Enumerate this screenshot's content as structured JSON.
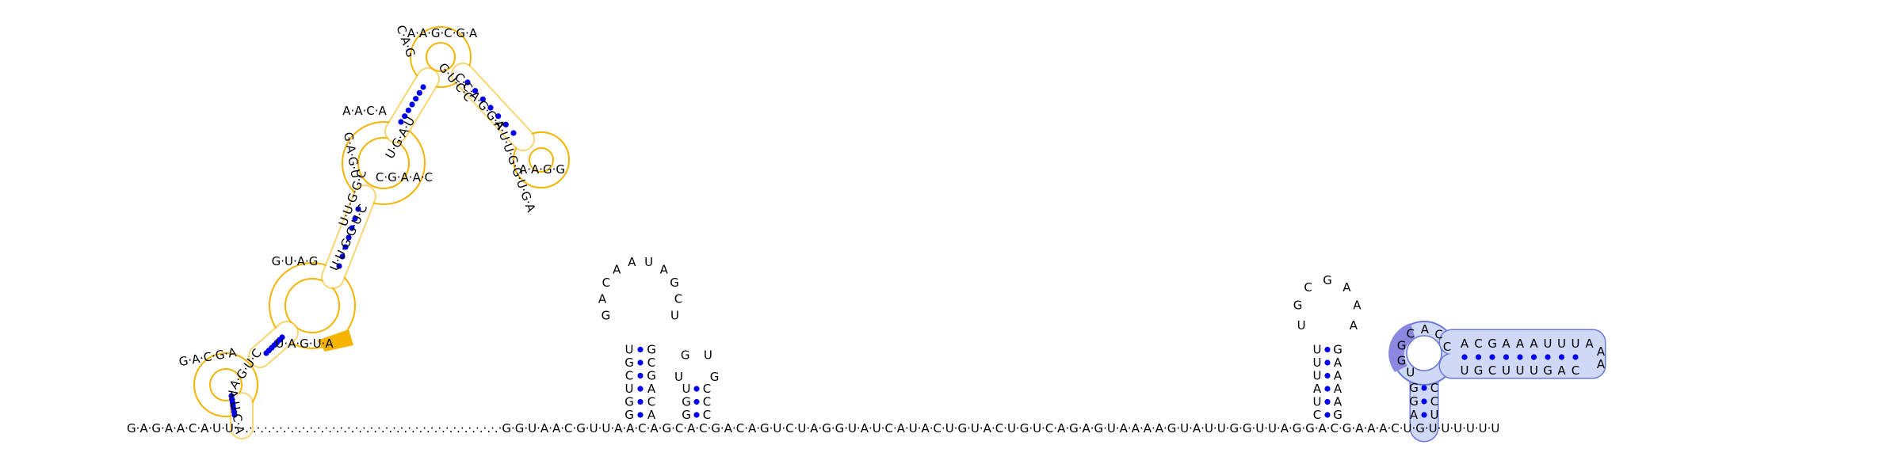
{
  "structure": {
    "base_line": "G·A·G·A·A·C·A·U·U·.·.·.·.·.·.·.·.·.·.·.·.·.·.·.·.·.·.·.·.·.·.·.·.·.·.·.·.·.·.·.·.·.·.·.·G·G·U·A·A·C·G·U·U·A·A·C·A·G·C·A·C·G·A·C·A·G·U·C·U·A·G·G·U·A·U·C·A·U·A·C·U·G·U·A·C·U·G·U·C·A·G·A·G·U·A·A·A·A·G·U·A·U·U·G·G·U·U·A·G·G·A·C·G·A·A·A·C·U·G·U·U·U·U·U·U",
    "colors": {
      "base_pair_dot": "#0000ee",
      "orange_region_outline": "#f5b400",
      "orange_region_highlight": "#f5b400",
      "blue_region_outline": "#6a78d8",
      "blue_region_fill": "#cfd8f5",
      "blue_region_highlight": "#8a88e0",
      "gap_dots": "#555555"
    },
    "hairpin1": {
      "left_strand": [
        "G",
        "G",
        "U",
        "C",
        "G",
        "U"
      ],
      "right_strand": [
        "A",
        "C",
        "A",
        "G",
        "C",
        "G"
      ],
      "loop": [
        "G",
        "A",
        "C",
        "A",
        "A",
        "U",
        "A",
        "G",
        "C",
        "U"
      ]
    },
    "hairpin2": {
      "left_strand": [
        "G",
        "G",
        "U"
      ],
      "right_strand": [
        "C",
        "C",
        "C"
      ],
      "loop": [
        "U",
        "G",
        "U",
        "G"
      ]
    },
    "hairpin3": {
      "left_strand": [
        "C",
        "U",
        "A",
        "U",
        "U",
        "U"
      ],
      "right_strand": [
        "G",
        "A",
        "A",
        "A",
        "A",
        "G"
      ],
      "loop": [
        "U",
        "G",
        "C",
        "G",
        "A",
        "A",
        "A"
      ]
    },
    "blue_domain": {
      "stem_left": [
        "A",
        "G",
        "G"
      ],
      "stem_right": [
        "U",
        "C",
        "C"
      ],
      "loop": [
        "U",
        "G",
        "G",
        "C",
        "A",
        "C",
        "C"
      ],
      "arm_top": [
        "A",
        "C",
        "G",
        "A",
        "A",
        "A",
        "U",
        "U",
        "U",
        "A"
      ],
      "arm_bottom": [
        "U",
        "G",
        "C",
        "U",
        "U",
        "U",
        "G",
        "A",
        "C"
      ],
      "arm_end": [
        "A",
        "A"
      ]
    },
    "orange_domain": {
      "label_groups": [
        "G·A·C·G·A",
        "A·G·U·C",
        "A·U·C·A",
        "U·A·G·U·A",
        "G·U·A·G",
        "U·U·G·G·U·C",
        "U·U·G·G·C",
        "G·A·G·U",
        "A·A·C·A",
        "C·G·A·A·C",
        "U·G·A·U",
        "C·A·G",
        "A·A·G·C·G·A",
        "G·U·C·C",
        "C·C·A·G·G·A",
        "A·U·U·G·G·U·G·A",
        "A·A·G·G"
      ]
    }
  }
}
